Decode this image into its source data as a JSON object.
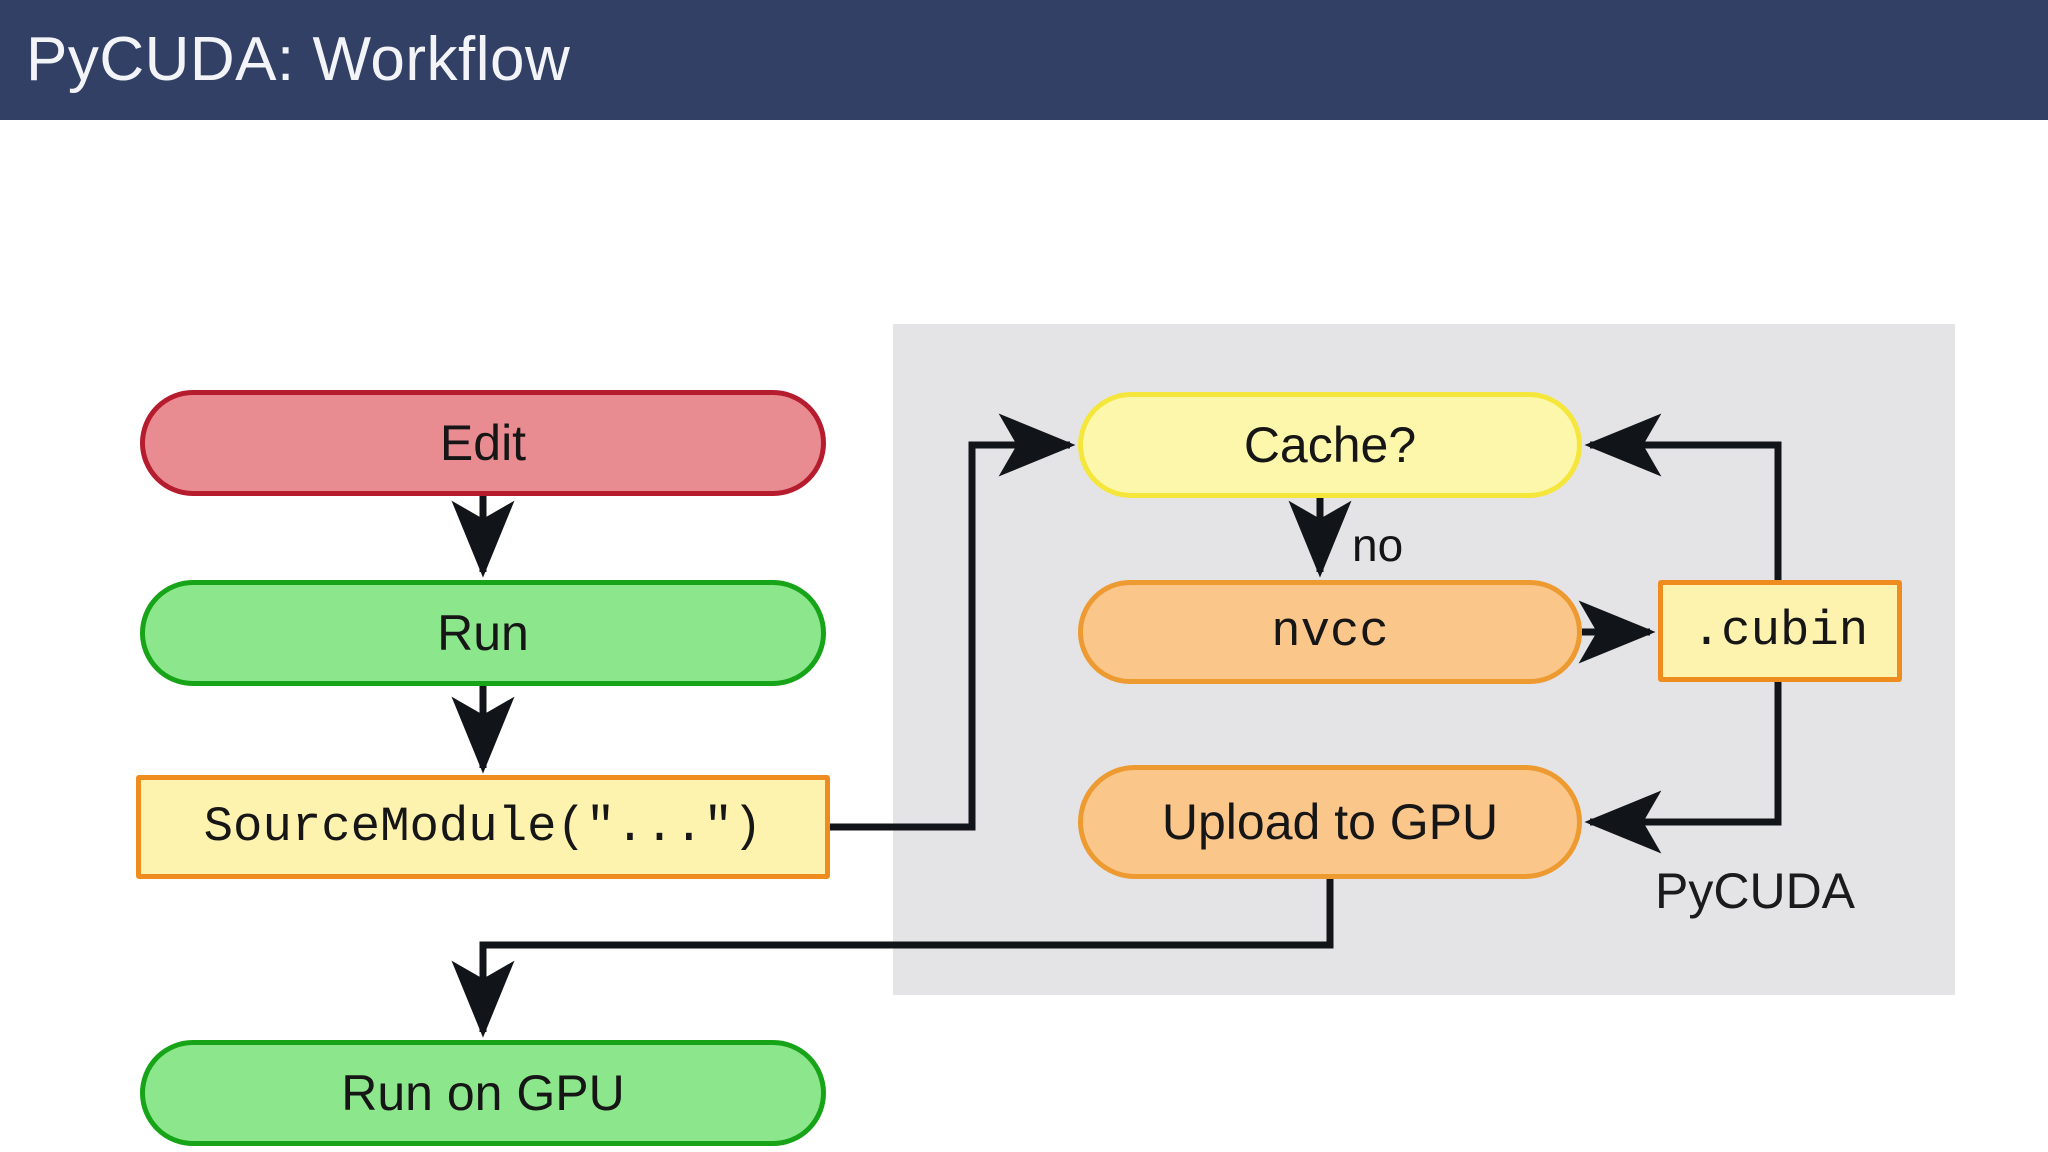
{
  "header": {
    "title": "PyCUDA: Workflow",
    "background_color": "#334066",
    "text_color": "#f2f4f8"
  },
  "diagram": {
    "group_panel": {
      "label": "PyCUDA",
      "background_color": "#e4e4e6"
    },
    "nodes": [
      {
        "id": "edit",
        "label": "Edit",
        "shape": "pill",
        "font": "sans",
        "fill": "#e98c92",
        "stroke": "#b51c2e"
      },
      {
        "id": "run",
        "label": "Run",
        "shape": "pill",
        "font": "sans",
        "fill": "#8ce78c",
        "stroke": "#18a418"
      },
      {
        "id": "sourcemodule",
        "label": "SourceModule(\"...\")",
        "shape": "rect",
        "font": "mono",
        "fill": "#fdf3ae",
        "stroke": "#ef8c20"
      },
      {
        "id": "cache",
        "label": "Cache?",
        "shape": "pill",
        "font": "sans",
        "fill": "#fdf7ab",
        "stroke": "#f5e63c"
      },
      {
        "id": "nvcc",
        "label": "nvcc",
        "shape": "pill",
        "font": "mono",
        "fill": "#fbc68a",
        "stroke": "#ed9a31"
      },
      {
        "id": "cubin",
        "label": ".cubin",
        "shape": "rect",
        "font": "mono",
        "fill": "#fdf3ae",
        "stroke": "#ef8c20"
      },
      {
        "id": "upload",
        "label": "Upload to GPU",
        "shape": "pill",
        "font": "sans",
        "fill": "#fbc68a",
        "stroke": "#ed9a31"
      },
      {
        "id": "run_on_gpu",
        "label": "Run on GPU",
        "shape": "pill",
        "font": "sans",
        "fill": "#8ce78c",
        "stroke": "#18a418"
      }
    ],
    "edges": [
      {
        "from": "edit",
        "to": "run",
        "label": ""
      },
      {
        "from": "run",
        "to": "sourcemodule",
        "label": ""
      },
      {
        "from": "sourcemodule",
        "to": "cache",
        "label": ""
      },
      {
        "from": "cache",
        "to": "nvcc",
        "label": "no"
      },
      {
        "from": "nvcc",
        "to": "cubin",
        "label": ""
      },
      {
        "from": "cubin",
        "to": "cache",
        "label": ""
      },
      {
        "from": "cubin",
        "to": "upload",
        "label": ""
      },
      {
        "from": "upload",
        "to": "run_on_gpu",
        "label": ""
      }
    ],
    "edge_labels": {
      "cache_to_nvcc": "no"
    }
  }
}
